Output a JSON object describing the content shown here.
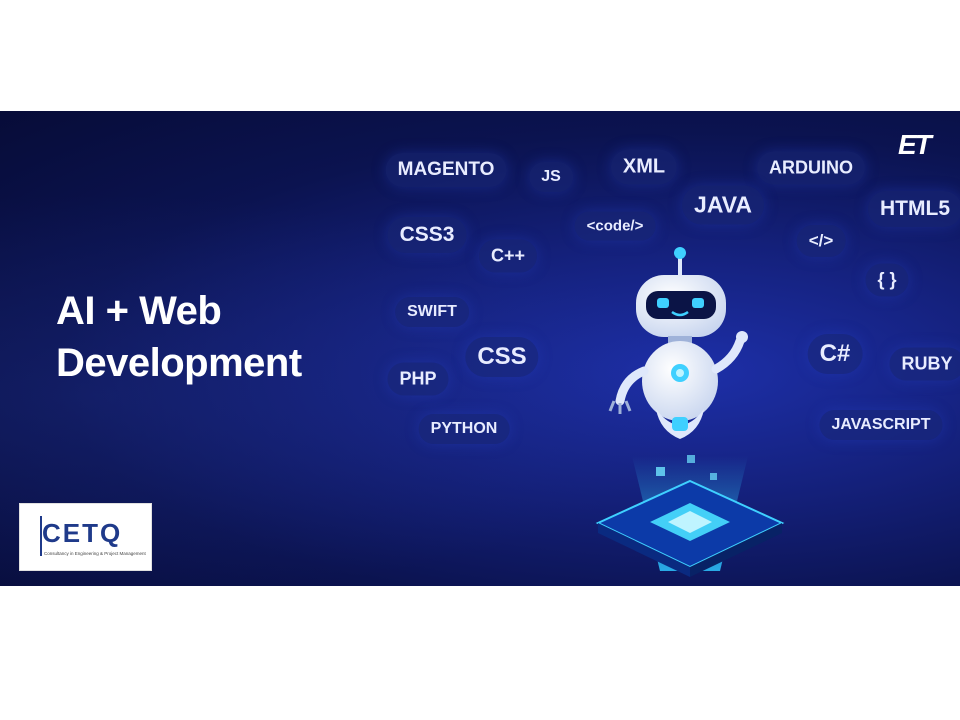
{
  "headline": {
    "line1": "AI + Web",
    "line2": "Development"
  },
  "corner_logo": "ET",
  "tech_tags": [
    {
      "label": "MAGENTO"
    },
    {
      "label": "JS"
    },
    {
      "label": "XML"
    },
    {
      "label": "ARDUINO"
    },
    {
      "label": "JAVA"
    },
    {
      "label": "HTML5"
    },
    {
      "label": "CSS3"
    },
    {
      "label": "<code/>"
    },
    {
      "label": "C++"
    },
    {
      "label": "</>"
    },
    {
      "label": "{ }"
    },
    {
      "label": "SWIFT"
    },
    {
      "label": "C#"
    },
    {
      "label": "CSS"
    },
    {
      "label": "RUBY"
    },
    {
      "label": "PHP"
    },
    {
      "label": "JAVASCRIPT"
    },
    {
      "label": "PYTHON"
    }
  ],
  "watermark_logo": {
    "name": "CETQ",
    "tagline": "Consultancy in Engineering & Project Management"
  },
  "colors": {
    "background_dark": "#070c38",
    "glow": "#22b8ff",
    "text": "#ffffff"
  }
}
